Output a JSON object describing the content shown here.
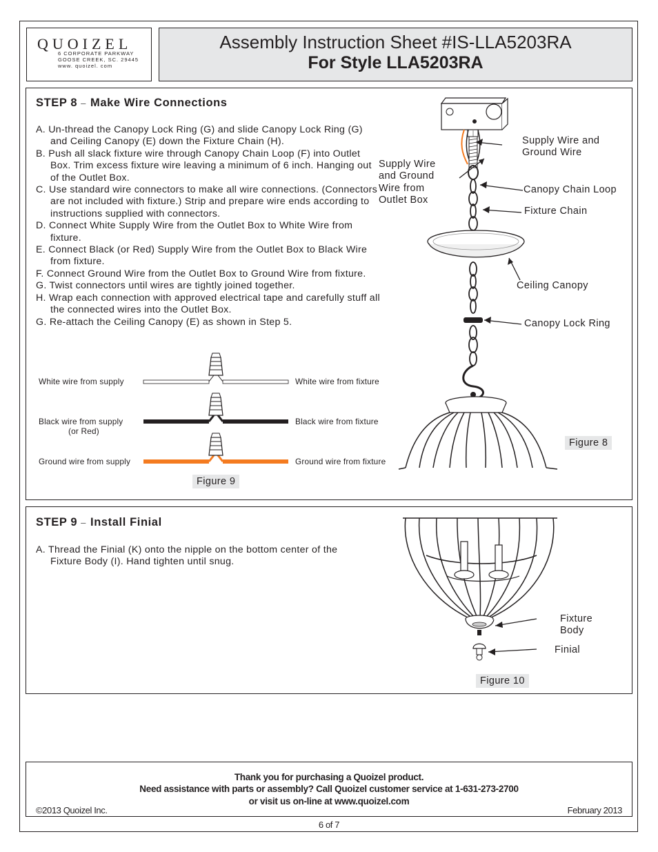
{
  "header": {
    "brand": "QUOIZEL",
    "address_line1": "6 CORPORATE PARKWAY",
    "address_line2": "GOOSE CREEK, SC. 29445",
    "address_line3": "www. quoizel. com",
    "title_line1": "Assembly Instruction Sheet #IS-LLA5203RA",
    "title_line2": "For Style LLA5203RA"
  },
  "step8": {
    "label": "STEP 8",
    "dash": "–",
    "title": "Make Wire Connections",
    "instructions": [
      "A.  Un-thread the Canopy Lock Ring (G) and slide Canopy Lock Ring (G) and Ceiling Canopy (E) down the Fixture Chain (H).",
      "B.  Push all slack fixture wire through Canopy Chain Loop (F) into Outlet Box. Trim excess fixture wire leaving a minimum of 6 inch. Hanging out of the Outlet Box.",
      "C.  Use standard wire connectors to make all wire connections. (Connectors are not included with fixture.) Strip and prepare wire ends according to instructions supplied with connectors.",
      "D.  Connect White Supply Wire from the Outlet Box to White Wire from fixture.",
      "E.  Connect Black (or Red) Supply Wire from the Outlet Box to Black Wire from fixture.",
      "F.  Connect Ground Wire from the Outlet Box to Ground Wire from fixture.",
      "G.  Twist connectors until wires are tightly joined together.",
      "H.  Wrap each connection with approved electrical tape and carefully stuff all the connected wires into the Outlet Box.",
      "G.  Re-attach the Ceiling Canopy (E) as shown in Step 5."
    ],
    "wires": {
      "white_supply": "White wire from supply",
      "white_fixture": "White wire from fixture",
      "black_supply_1": "Black wire from supply",
      "black_supply_2": "(or Red)",
      "black_fixture": "Black wire from fixture",
      "ground_supply": "Ground wire from supply",
      "ground_fixture": "Ground wire from fixture"
    },
    "figure9_label": "Figure 9",
    "figure8_label": "Figure 8",
    "callouts": {
      "supply_ground_1": "Supply Wire and",
      "supply_ground_2": "Ground Wire",
      "outlet_1": "Supply Wire",
      "outlet_2": "and Ground",
      "outlet_3": "Wire from",
      "outlet_4": "Outlet Box",
      "chain_loop": "Canopy Chain Loop",
      "fixture_chain": "Fixture Chain",
      "ceiling_canopy": "Ceiling Canopy",
      "lock_ring": "Canopy Lock Ring"
    },
    "colors": {
      "ground_wire": "#f47b20",
      "black_wire": "#231f20",
      "white_wire": "#ffffff",
      "connector": "#231f20"
    }
  },
  "step9": {
    "label": "STEP 9",
    "dash": "–",
    "title": "Install Finial",
    "instructions": [
      "A.  Thread the Finial (K) onto the nipple on the bottom center of the Fixture Body (I). Hand tighten until snug."
    ],
    "callouts": {
      "fixture_body_1": "Fixture",
      "fixture_body_2": "Body",
      "finial": "Finial"
    },
    "figure10_label": "Figure 10"
  },
  "footer": {
    "line1": "Thank you for purchasing a Quoizel product.",
    "line2": "Need assistance with parts or assembly? Call Quoizel customer service at 1-631-273-2700",
    "line3": "or visit us on-line at www.quoizel.com",
    "copyright": "©2013  Quoizel Inc.",
    "date": "February 2013",
    "page": "6 of 7"
  }
}
